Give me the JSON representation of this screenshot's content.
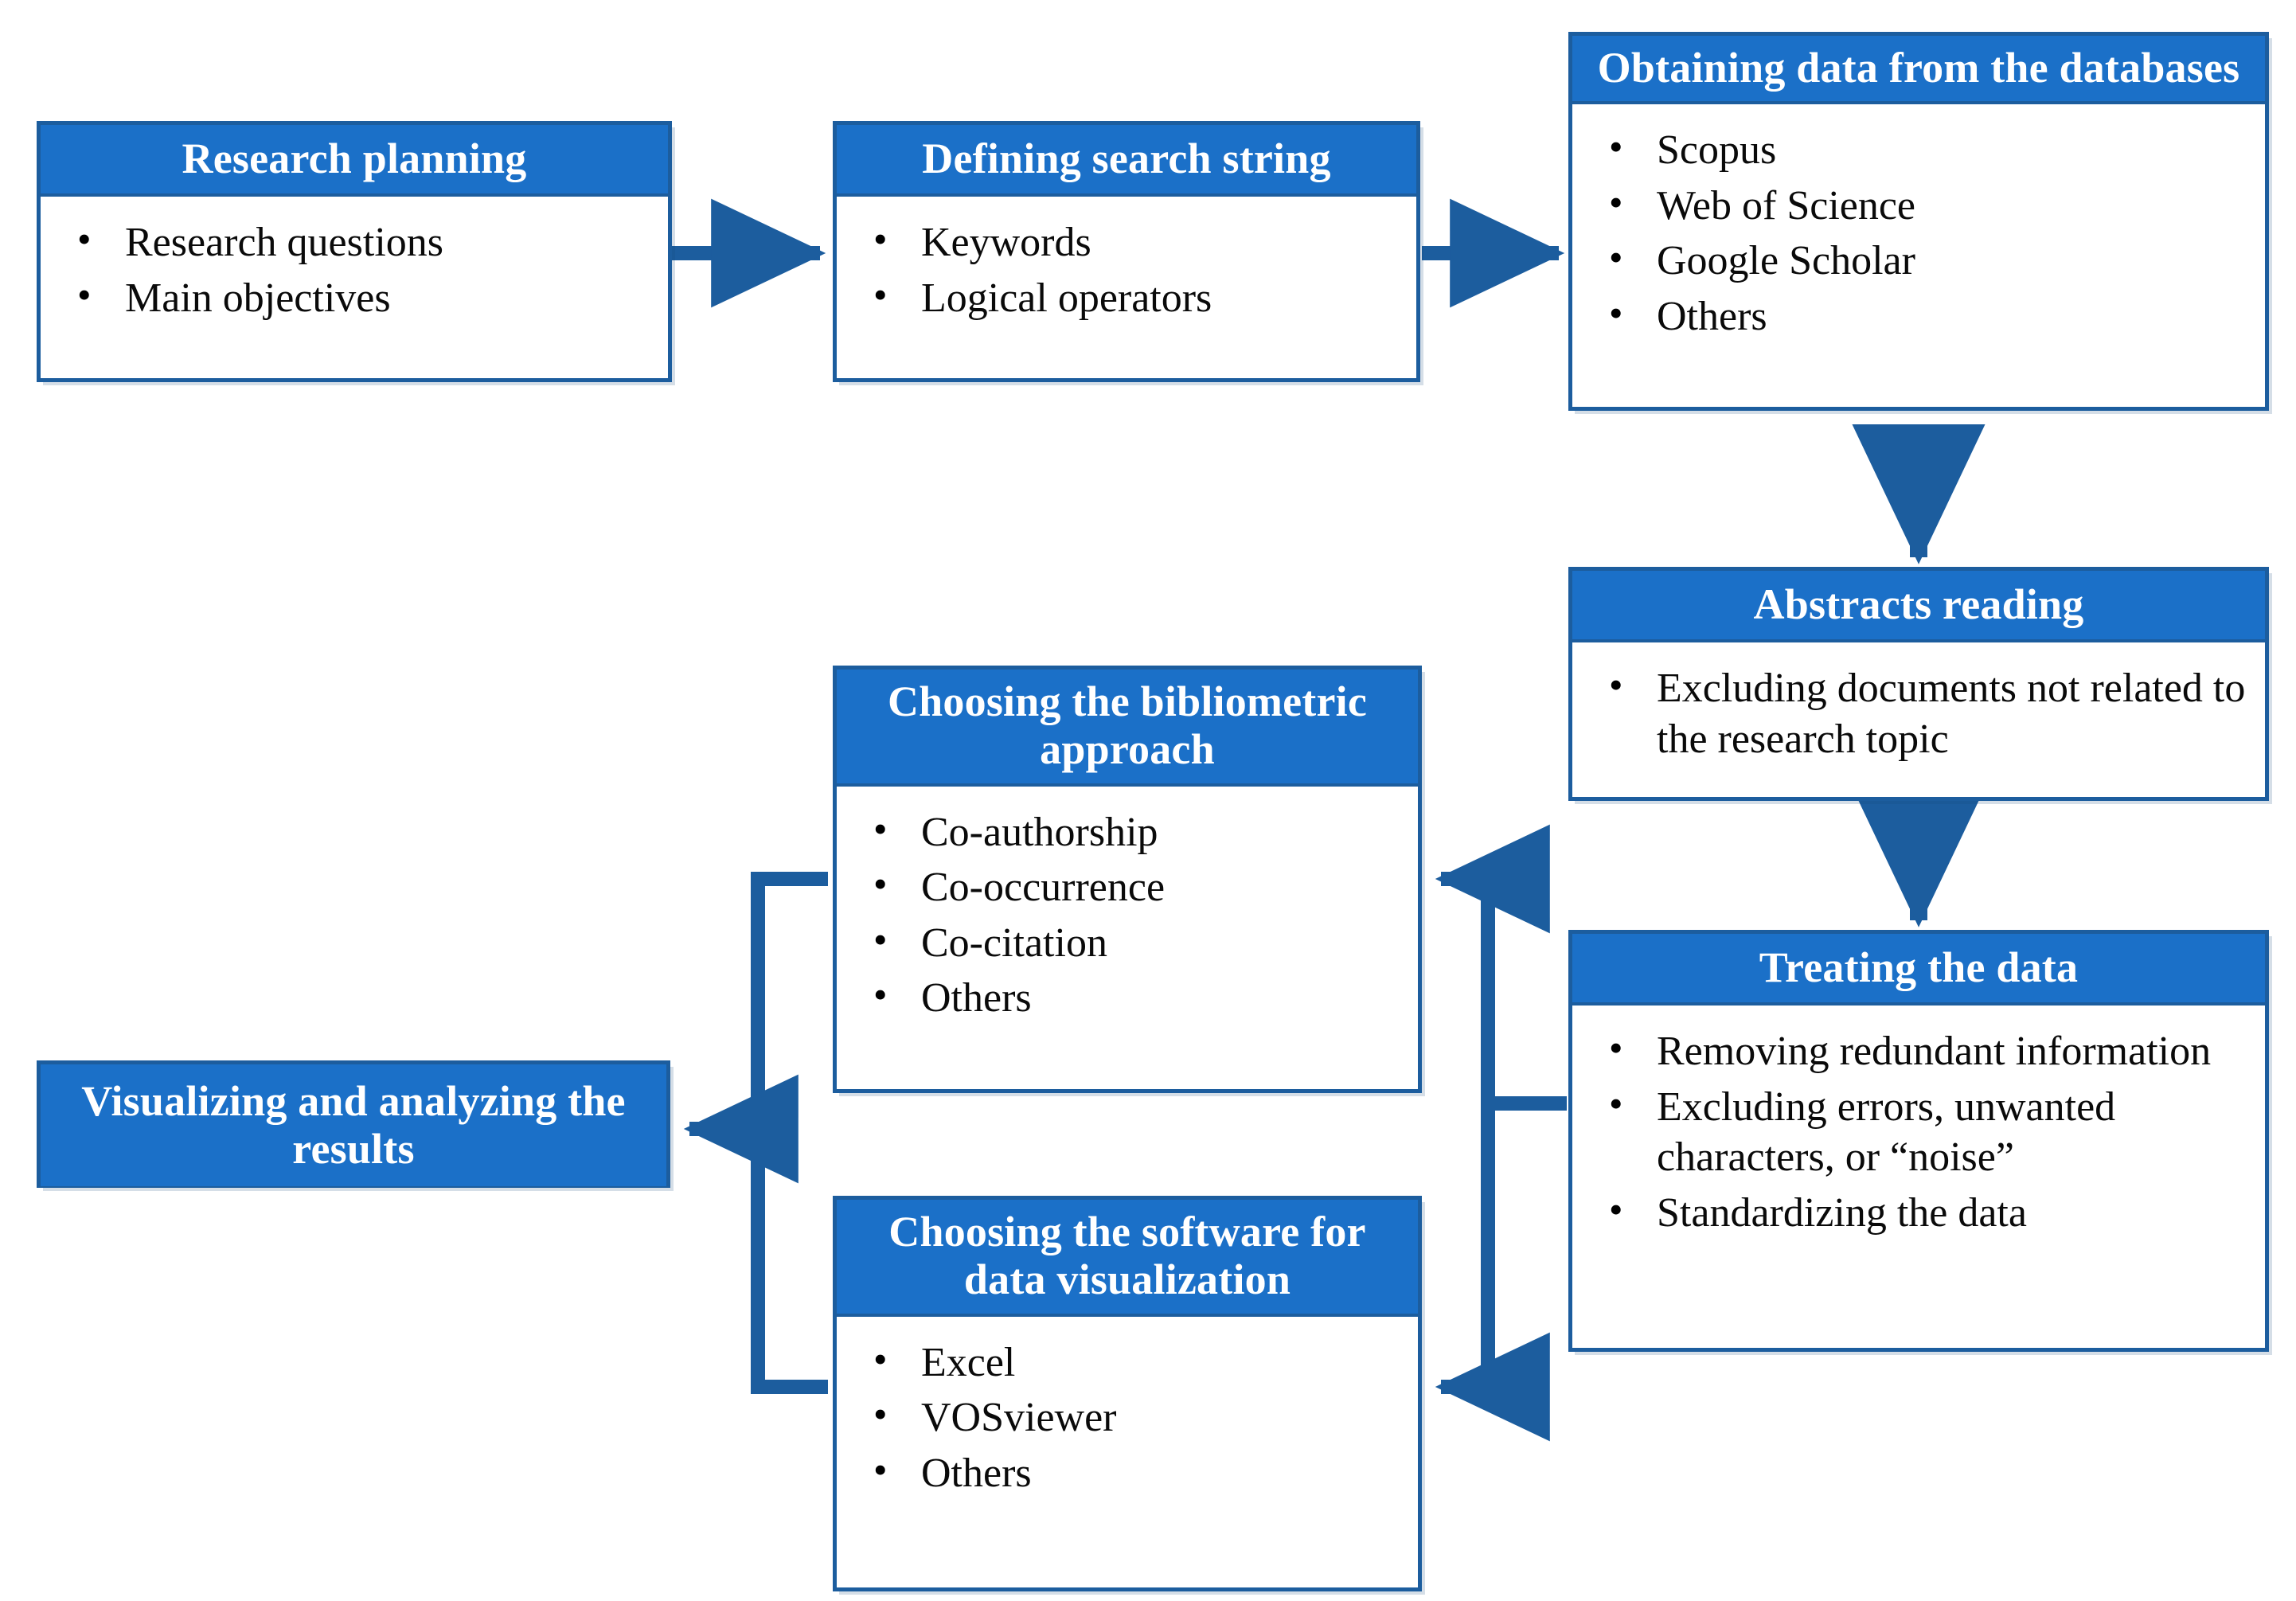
{
  "diagram": {
    "title": "Bibliometric research workflow",
    "colors": {
      "header_fill": "#1b70c8",
      "border": "#1c5d9e",
      "connector": "#1c5d9e",
      "body_fill": "#ffffff",
      "header_text": "#ffffff",
      "body_text": "#0a0a0a"
    }
  },
  "nodes": {
    "research_planning": {
      "title": "Research planning",
      "items": [
        "Research questions",
        "Main objectives"
      ]
    },
    "search_string": {
      "title": "Defining search string",
      "items": [
        "Keywords",
        "Logical operators"
      ]
    },
    "databases": {
      "title": "Obtaining data from the databases",
      "items": [
        "Scopus",
        "Web of Science",
        "Google Scholar",
        "Others"
      ]
    },
    "abstracts": {
      "title": "Abstracts reading",
      "items": [
        "Excluding documents not related to the research topic"
      ]
    },
    "treating": {
      "title": "Treating the data",
      "items": [
        "Removing redundant information",
        "Excluding errors, unwanted characters, or “noise”",
        " Standardizing the data"
      ]
    },
    "approach": {
      "title": "Choosing the bibliometric approach",
      "items": [
        "Co-authorship",
        "Co-occurrence",
        "Co-citation",
        "Others"
      ]
    },
    "software": {
      "title": "Choosing the software for data visualization",
      "items": [
        "Excel",
        "VOSviewer",
        "Others"
      ]
    },
    "visualizing": {
      "title": "Visualizing and analyzing the results",
      "items": []
    }
  },
  "edges": [
    {
      "name": "planning-to-search-string",
      "from": "research_planning",
      "to": "search_string",
      "direction": "right"
    },
    {
      "name": "search-string-to-databases",
      "from": "search_string",
      "to": "databases",
      "direction": "right"
    },
    {
      "name": "databases-to-abstracts",
      "from": "databases",
      "to": "abstracts",
      "direction": "down"
    },
    {
      "name": "abstracts-to-treating",
      "from": "abstracts",
      "to": "treating",
      "direction": "down"
    },
    {
      "name": "treating-to-approach",
      "from": "treating",
      "to": "approach",
      "direction": "left-elbow"
    },
    {
      "name": "treating-to-software",
      "from": "treating",
      "to": "software",
      "direction": "left-elbow"
    },
    {
      "name": "approach-software-to-visualizing",
      "from": "approach_and_software",
      "to": "visualizing",
      "direction": "left-merge"
    }
  ]
}
